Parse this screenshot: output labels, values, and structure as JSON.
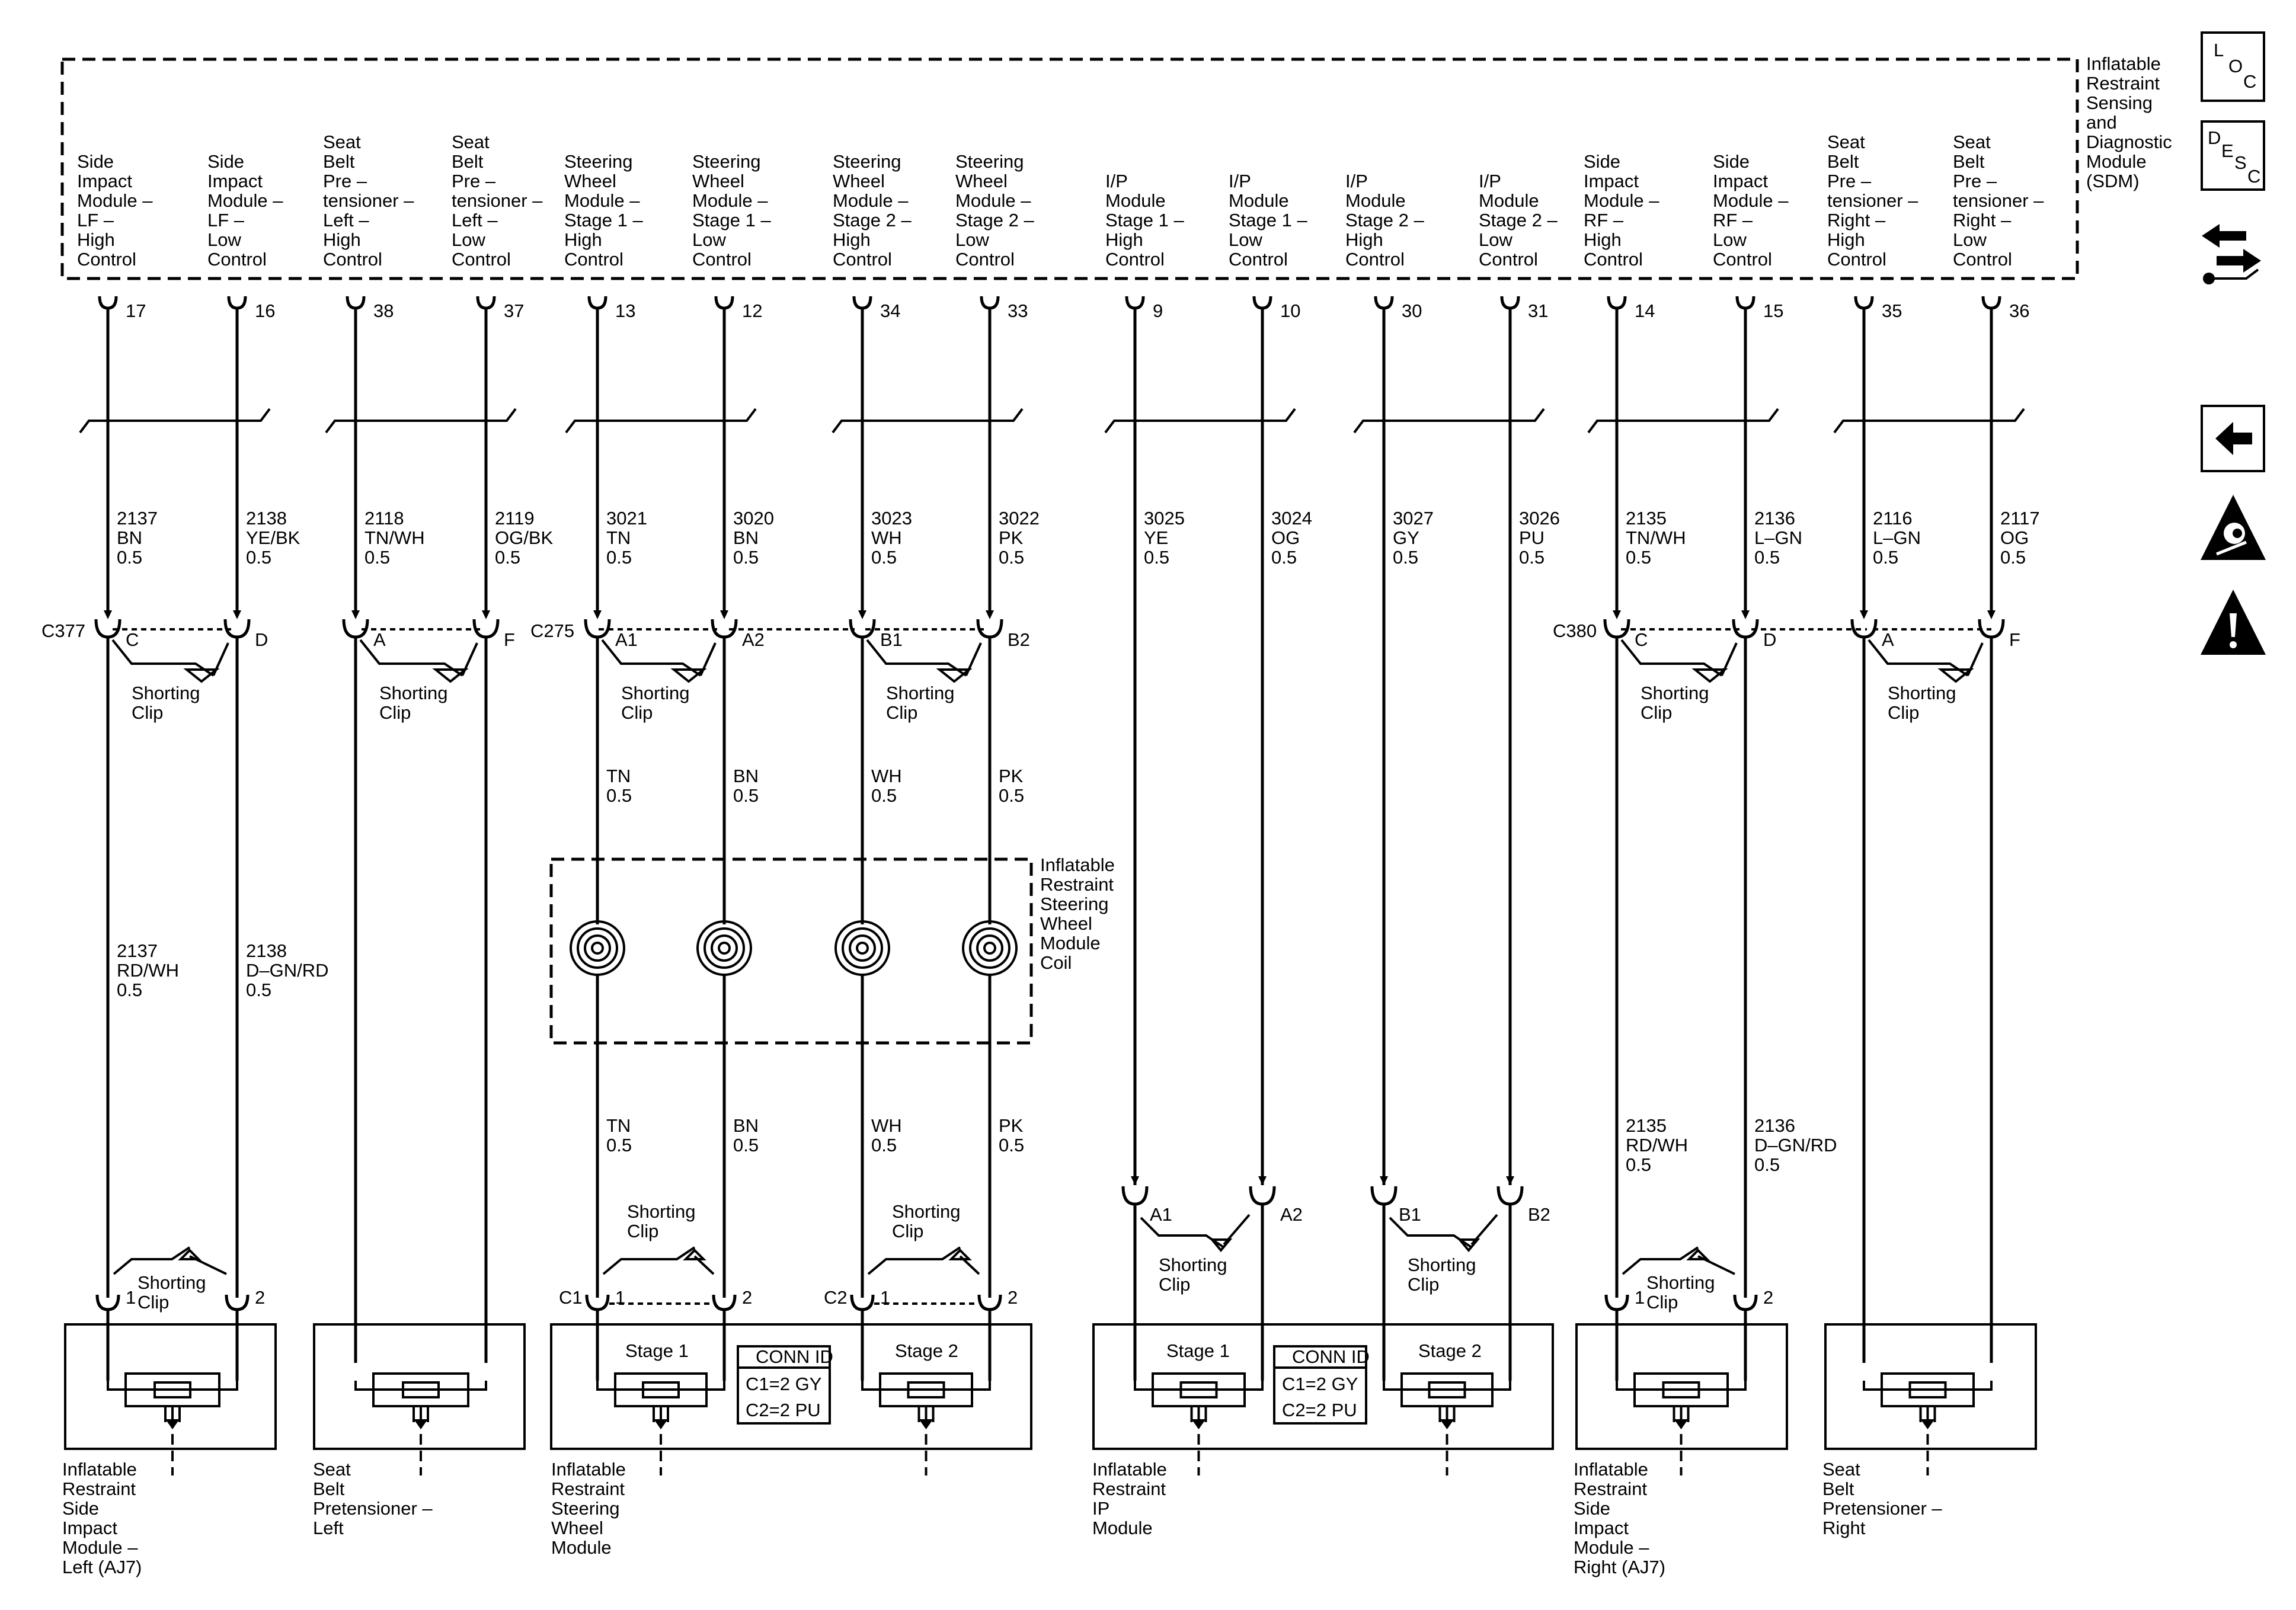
{
  "sdm": {
    "title": [
      "Inflatable",
      "Restraint",
      "Sensing",
      "and",
      "Diagnostic",
      "Module",
      "(SDM)"
    ],
    "circuits": [
      {
        "label": [
          "Side",
          "Impact",
          "Module –",
          "LF –",
          "High",
          "Control"
        ],
        "pin": "17",
        "num": "2137",
        "color": "BN",
        "gauge": "0.5",
        "conn_pin": "C"
      },
      {
        "label": [
          "Side",
          "Impact",
          "Module –",
          "LF –",
          "Low",
          "Control"
        ],
        "pin": "16",
        "num": "2138",
        "color": "YE/BK",
        "gauge": "0.5",
        "conn_pin": "D"
      },
      {
        "label": [
          "Seat",
          "Belt",
          "Pre –",
          "tensioner –",
          "Left –",
          "High",
          "Control"
        ],
        "pin": "38",
        "num": "2118",
        "color": "TN/WH",
        "gauge": "0.5",
        "conn_pin": "A"
      },
      {
        "label": [
          "Seat",
          "Belt",
          "Pre –",
          "tensioner –",
          "Left –",
          "Low",
          "Control"
        ],
        "pin": "37",
        "num": "2119",
        "color": "OG/BK",
        "gauge": "0.5",
        "conn_pin": "F"
      },
      {
        "label": [
          "Steering",
          "Wheel",
          "Module –",
          "Stage 1 –",
          "High",
          "Control"
        ],
        "pin": "13",
        "num": "3021",
        "color": "TN",
        "gauge": "0.5",
        "conn_pin": "A1"
      },
      {
        "label": [
          "Steering",
          "Wheel",
          "Module –",
          "Stage 1 –",
          "Low",
          "Control"
        ],
        "pin": "12",
        "num": "3020",
        "color": "BN",
        "gauge": "0.5",
        "conn_pin": "A2"
      },
      {
        "label": [
          "Steering",
          "Wheel",
          "Module –",
          "Stage 2 –",
          "High",
          "Control"
        ],
        "pin": "34",
        "num": "3023",
        "color": "WH",
        "gauge": "0.5",
        "conn_pin": "B1"
      },
      {
        "label": [
          "Steering",
          "Wheel",
          "Module –",
          "Stage 2 –",
          "Low",
          "Control"
        ],
        "pin": "33",
        "num": "3022",
        "color": "PK",
        "gauge": "0.5",
        "conn_pin": "B2"
      },
      {
        "label": [
          "I/P",
          "Module",
          "Stage 1 –",
          "High",
          "Control"
        ],
        "pin": "9",
        "num": "3025",
        "color": "YE",
        "gauge": "0.5",
        "conn_pin": "A1"
      },
      {
        "label": [
          "I/P",
          "Module",
          "Stage 1 –",
          "Low",
          "Control"
        ],
        "pin": "10",
        "num": "3024",
        "color": "OG",
        "gauge": "0.5",
        "conn_pin": "A2"
      },
      {
        "label": [
          "I/P",
          "Module",
          "Stage 2 –",
          "High",
          "Control"
        ],
        "pin": "30",
        "num": "3027",
        "color": "GY",
        "gauge": "0.5",
        "conn_pin": "B1"
      },
      {
        "label": [
          "I/P",
          "Module",
          "Stage 2 –",
          "Low",
          "Control"
        ],
        "pin": "31",
        "num": "3026",
        "color": "PU",
        "gauge": "0.5",
        "conn_pin": "B2"
      },
      {
        "label": [
          "Side",
          "Impact",
          "Module –",
          "RF –",
          "High",
          "Control"
        ],
        "pin": "14",
        "num": "2135",
        "color": "TN/WH",
        "gauge": "0.5",
        "conn_pin": "C"
      },
      {
        "label": [
          "Side",
          "Impact",
          "Module –",
          "RF –",
          "Low",
          "Control"
        ],
        "pin": "15",
        "num": "2136",
        "color": "L–GN",
        "gauge": "0.5",
        "conn_pin": "D"
      },
      {
        "label": [
          "Seat",
          "Belt",
          "Pre –",
          "tensioner –",
          "Right –",
          "High",
          "Control"
        ],
        "pin": "35",
        "num": "2116",
        "color": "L–GN",
        "gauge": "0.5",
        "conn_pin": "A"
      },
      {
        "label": [
          "Seat",
          "Belt",
          "Pre –",
          "tensioner –",
          "Right –",
          "Low",
          "Control"
        ],
        "pin": "36",
        "num": "2117",
        "color": "OG",
        "gauge": "0.5",
        "conn_pin": "F"
      }
    ]
  },
  "connectors": [
    "C377",
    "C275",
    "C380"
  ],
  "shorting_clip": [
    "Shorting",
    "Clip"
  ],
  "lower_wires": [
    {
      "num": "2137",
      "color": "RD/WH",
      "gauge": "0.5"
    },
    {
      "num": "2138",
      "color": "D–GN/RD",
      "gauge": "0.5"
    },
    {
      "num": "2135",
      "color": "RD/WH",
      "gauge": "0.5"
    },
    {
      "num": "2136",
      "color": "D–GN/RD",
      "gauge": "0.5"
    }
  ],
  "coil_wires_upper": [
    {
      "color": "TN",
      "gauge": "0.5"
    },
    {
      "color": "BN",
      "gauge": "0.5"
    },
    {
      "color": "WH",
      "gauge": "0.5"
    },
    {
      "color": "PK",
      "gauge": "0.5"
    }
  ],
  "coil_wires_lower": [
    {
      "color": "TN",
      "gauge": "0.5"
    },
    {
      "color": "BN",
      "gauge": "0.5"
    },
    {
      "color": "WH",
      "gauge": "0.5"
    },
    {
      "color": "PK",
      "gauge": "0.5"
    }
  ],
  "coil_label": [
    "Inflatable",
    "Restraint",
    "Steering",
    "Wheel",
    "Module",
    "Coil"
  ],
  "ip_pins": [
    "A1",
    "A2",
    "B1",
    "B2"
  ],
  "module_pins": {
    "p1": "1",
    "p2": "2",
    "c1": "C1",
    "c2": "C2"
  },
  "stages": {
    "s1": "Stage 1",
    "s2": "Stage 2"
  },
  "conn_id": [
    "CONN ID",
    "C1=2 GY",
    "C2=2 PU"
  ],
  "modules": [
    [
      "Inflatable",
      "Restraint",
      "Side",
      "Impact",
      "Module –",
      "Left (AJ7)"
    ],
    [
      "Seat",
      "Belt",
      "Pretensioner –",
      "Left"
    ],
    [
      "Inflatable",
      "Restraint",
      "Steering",
      "Wheel",
      "Module"
    ],
    [
      "Inflatable",
      "Restraint",
      "IP",
      "Module"
    ],
    [
      "Inflatable",
      "Restraint",
      "Side",
      "Impact",
      "Module –",
      "Right (AJ7)"
    ],
    [
      "Seat",
      "Belt",
      "Pretensioner –",
      "Right"
    ]
  ],
  "side_icons": {
    "loc": {
      "l": "L",
      "o": "O",
      "c": "C"
    },
    "desc": {
      "d": "D",
      "e": "E",
      "s": "S",
      "c": "C"
    },
    "names": [
      "location-icon",
      "description-icon",
      "connector-info-icon",
      "back-arrow-icon",
      "airbag-warning-icon",
      "caution-triangle-icon"
    ]
  }
}
